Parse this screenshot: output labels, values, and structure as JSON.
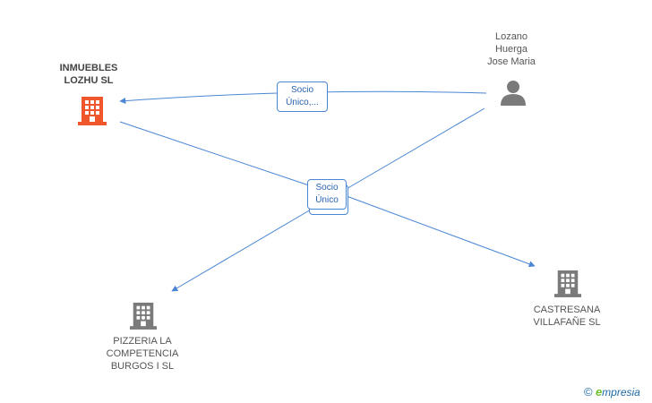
{
  "nodes": {
    "inmuebles": {
      "lines": [
        "INMUEBLES",
        "LOZHU SL"
      ],
      "icon": "building-icon",
      "color": "#f0562c"
    },
    "lozano": {
      "lines": [
        "Lozano",
        "Huerga",
        "Jose Maria"
      ],
      "icon": "person-icon",
      "color": "#7a7a7a"
    },
    "pizzeria": {
      "lines": [
        "PIZZERIA LA",
        "COMPETENCIA",
        "BURGOS I SL"
      ],
      "icon": "building-icon",
      "color": "#7a7a7a"
    },
    "castresana": {
      "lines": [
        "CASTRESANA",
        "VILLAFAÑE SL"
      ],
      "icon": "building-icon",
      "color": "#7a7a7a"
    }
  },
  "edges": {
    "top": {
      "lines": [
        "Socio",
        "Único,..."
      ]
    },
    "center": {
      "lines": [
        "Socio",
        "Único"
      ]
    }
  },
  "edge_color": "#4a86d4",
  "watermark": {
    "copyright": "©",
    "brand_first": "e",
    "brand_rest": "mpresia"
  }
}
